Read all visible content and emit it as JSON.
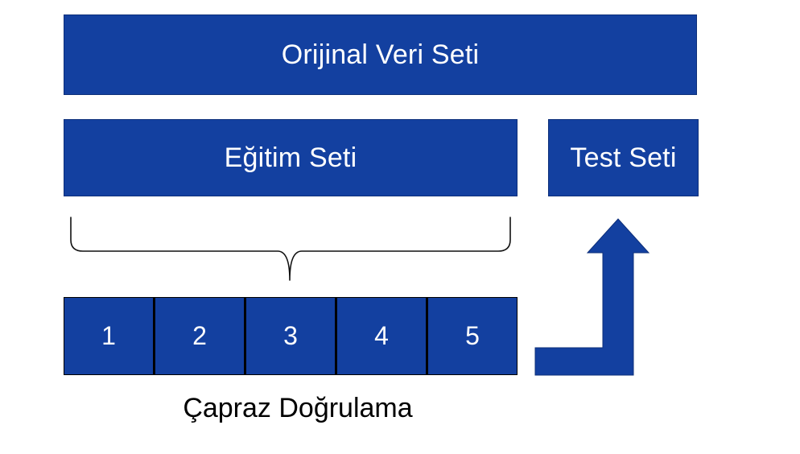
{
  "diagram": {
    "original_set": "Orijinal Veri Seti",
    "training_set": "Eğitim Seti",
    "test_set": "Test Seti",
    "folds": [
      "1",
      "2",
      "3",
      "4",
      "5"
    ],
    "cross_validation": "Çapraz Doğrulama"
  },
  "colors": {
    "block_fill": "#1340a0",
    "block_text": "#ffffff",
    "label_text": "#000000"
  },
  "icons": {
    "brace": "curly-brace-icon",
    "arrow": "up-arrow-icon"
  }
}
